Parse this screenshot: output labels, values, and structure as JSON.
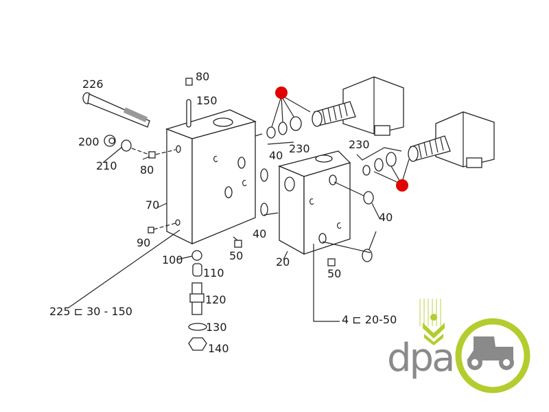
{
  "diagram": {
    "labels": {
      "p226": "226",
      "p80_top": "80",
      "p150": "150",
      "p200": "200",
      "p210": "210",
      "p80_side": "80",
      "p70": "70",
      "p90": "90",
      "p100": "100",
      "p110": "110",
      "p120": "120",
      "p50_left": "50",
      "p225": "225 ⊏ 30 - 150",
      "p130": "130",
      "p140": "140",
      "p230_left": "230",
      "p40_upper": "40",
      "p40_lower": "40",
      "p20": "20",
      "p50_right": "50",
      "p230_right": "230",
      "p40_right": "40",
      "p4": "4 ⊏ 20-50"
    },
    "highlight_color": "#e00000"
  },
  "logo": {
    "text": "dpa",
    "gray": "#8a8a8a",
    "green": "#b5cc2e"
  }
}
